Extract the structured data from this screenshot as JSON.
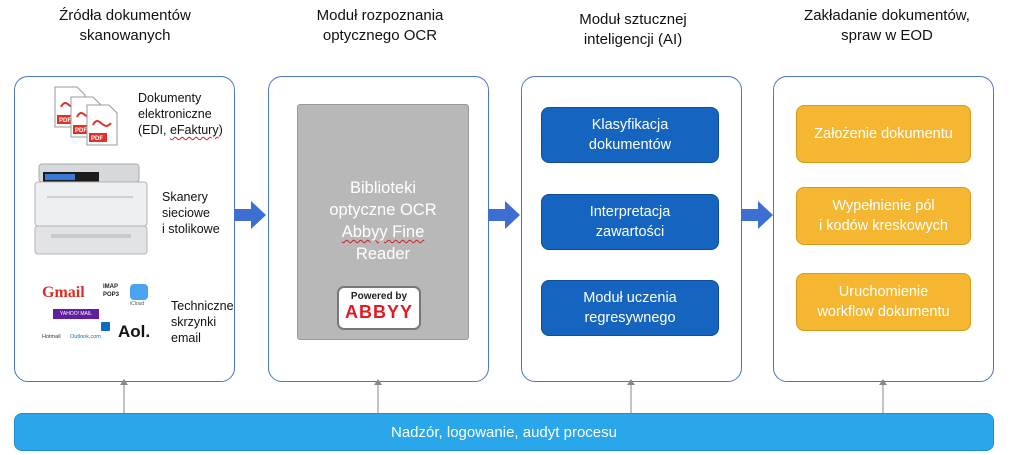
{
  "columns": [
    {
      "title": "Źródła dokumentów\nskanowanych"
    },
    {
      "title": "Moduł rozpoznania\noptycznego OCR"
    },
    {
      "title": "Moduł sztucznej\ninteligencji (AI)"
    },
    {
      "title": "Zakładanie dokumentów,\nspraw w EOD"
    }
  ],
  "sources": {
    "electronic": {
      "line1": "Dokumenty",
      "line2": "elektroniczne",
      "line3_a": "(EDI, ",
      "line3_b": "eFaktury",
      "line3_c": ")"
    },
    "scanners": {
      "line1": "Skanery",
      "line2": "sieciowe",
      "line3": "i stolikowe"
    },
    "mailboxes": {
      "line1": "Techniczne",
      "line2": "skrzynki",
      "line3": "email"
    },
    "pdf_icon_label": "PDF",
    "mail_logos": {
      "gmail": "Gmail",
      "imap": "IMAP",
      "pop3": "POP3",
      "icloud": "iCloud",
      "yahoo": "YAHOO! MAIL",
      "hotmail": "Hotmail",
      "outlook": "Outlook.com",
      "aol": "Aol."
    }
  },
  "ocr": {
    "line1": "Biblioteki",
    "line2": "optyczne OCR",
    "line3": "Abbyy Fine",
    "line4": "Reader",
    "badge_powered": "Powered by",
    "badge_logo": "ABBYY"
  },
  "ai_modules": [
    {
      "line1": "Klasyfikacja",
      "line2": "dokumentów"
    },
    {
      "line1": "Interpretacja",
      "line2": "zawartości"
    },
    {
      "line1": "Moduł uczenia",
      "line2": "regresywnego"
    }
  ],
  "eod_steps": [
    {
      "line1": "Założenie dokumentu",
      "line2": ""
    },
    {
      "line1": "Wypełnienie pól",
      "line2": "i kodów kreskowych"
    },
    {
      "line1": "Uruchomienie",
      "line2": "workflow dokumentu"
    }
  ],
  "bottom_bar": {
    "label": "Nadzór, logowanie, audyt procesu"
  },
  "colors": {
    "panel_border": "#4a75c9",
    "arrow": "#3c6fd1",
    "ai_box": "#1565c0",
    "eod_box": "#f5b731",
    "bottom_bar": "#29a7ea",
    "ocr_box": "#b8b8b8"
  }
}
